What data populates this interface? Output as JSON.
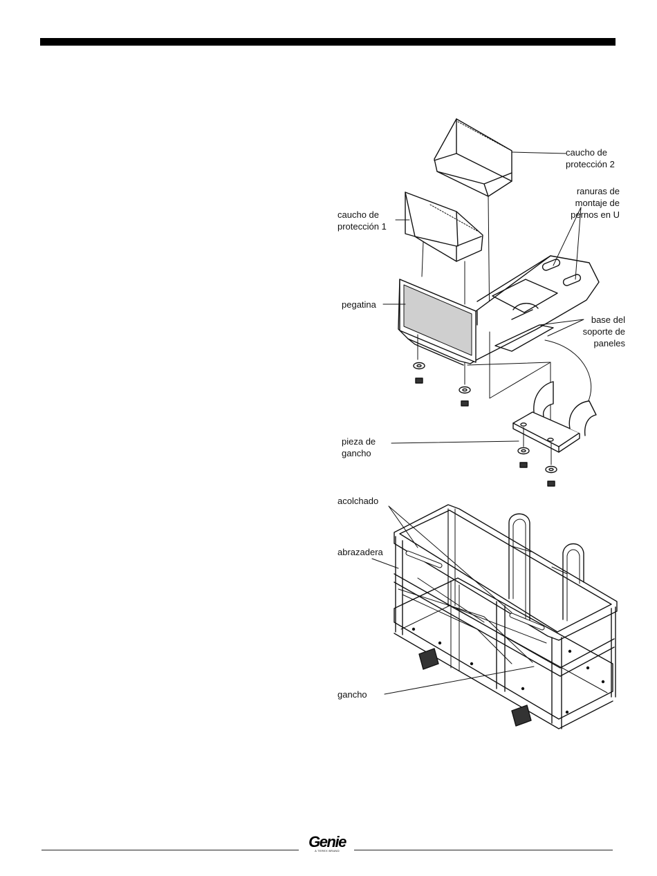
{
  "labels": {
    "pad2": "caucho de\nprotección 2",
    "slots": "ranuras de\nmontaje de\npernos en U",
    "pad1": "caucho de\nprotección 1",
    "decal": "pegatina",
    "base": "base del\nsoporte de\npaneles",
    "hook_piece": "pieza de\ngancho",
    "padding": "acolchado",
    "clamp": "abrazadera",
    "hook": "gancho"
  },
  "footer": {
    "logo_text": "Genie",
    "logo_tagline": "A TEREX BRAND"
  },
  "colors": {
    "line": "#111111",
    "decal_fill": "#cfcfcf"
  }
}
